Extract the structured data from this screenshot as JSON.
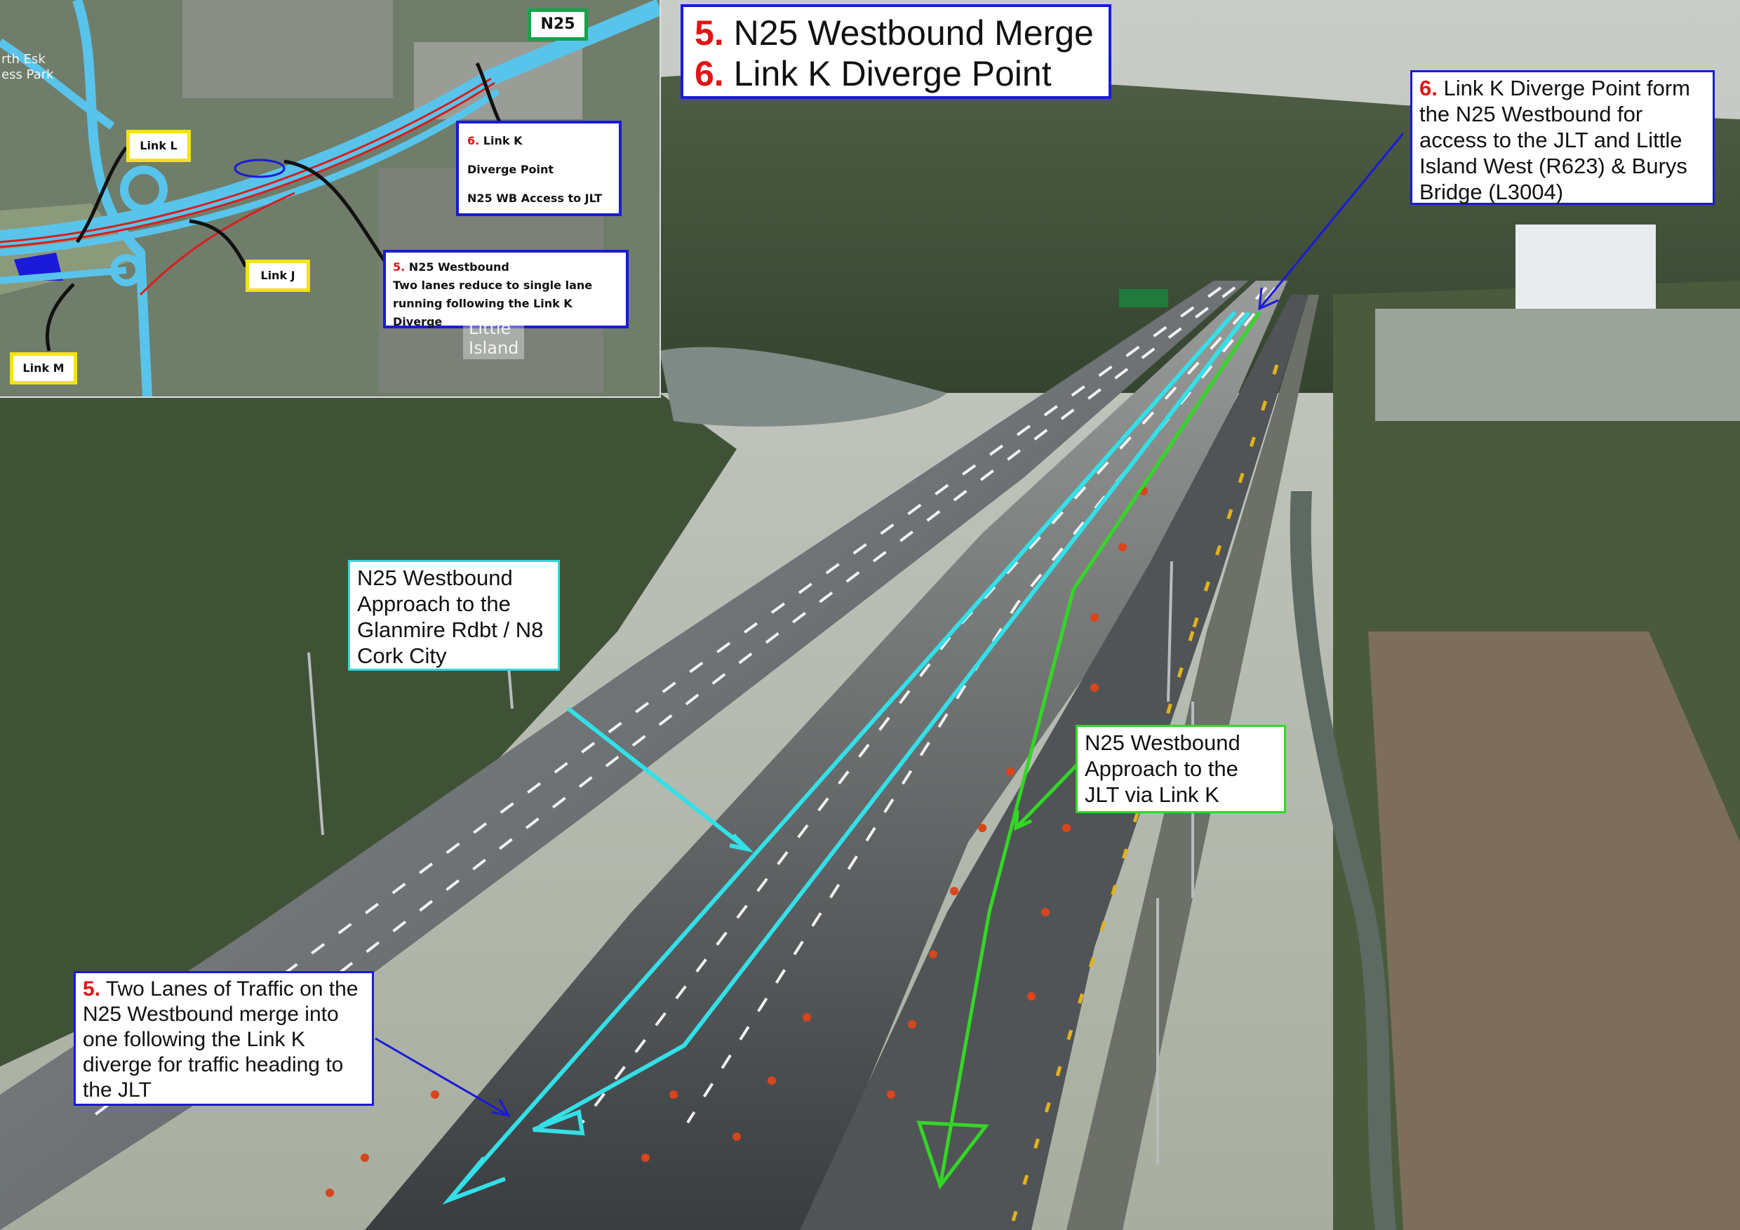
{
  "title": {
    "line1_num": "5.",
    "line1_text": "N25 Westbound Merge",
    "line2_num": "6.",
    "line2_text": "Link K Diverge Point"
  },
  "callouts": {
    "diverge6": {
      "num": "6.",
      "text": "Link K Diverge Point form the N25 Westbound for access to the JLT and Little Island West (R623) & Burys Bridge (L3004)"
    },
    "glanmire": {
      "text": "N25 Westbound Approach to the Glanmire Rdbt / N8 Cork City"
    },
    "jlt": {
      "text": "N25 Westbound Approach to the JLT via Link K"
    },
    "merge5": {
      "num": "5.",
      "text": "Two Lanes of Traffic on the N25 Westbound merge into one following the Link K diverge for traffic heading to the JLT"
    }
  },
  "inset": {
    "road_tag": "N25",
    "link_l": "Link L",
    "link_j": "Link J",
    "link_m": "Link M",
    "box6": {
      "num": "6.",
      "line1": "Link K",
      "line2": "Diverge Point",
      "line3": "N25 WB Access to JLT"
    },
    "box5": {
      "num": "5.",
      "line1": "N25 Westbound",
      "line2": "Two lanes reduce to single lane",
      "line3": "running following the Link K Diverge"
    },
    "place_esk": "rth Esk",
    "place_park": "ess Park",
    "place_little_1": "Little",
    "place_little_2": "Island"
  },
  "colors": {
    "callout_blue": "#1a1ad8",
    "cyan_route": "#33e0e8",
    "green_route": "#34d626",
    "number_red": "#e01515",
    "link_tag_yellow": "#f3e21a",
    "n25_tag_green": "#17a34a"
  }
}
